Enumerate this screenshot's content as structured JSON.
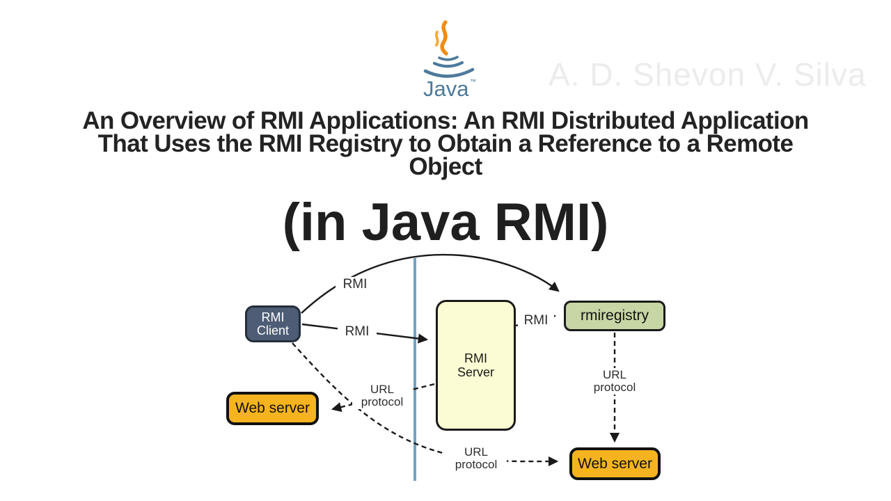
{
  "page": {
    "background": "#ffffff"
  },
  "watermark": {
    "text": "A. D. Shevon V. Silva",
    "color": "#ececec"
  },
  "logo": {
    "label": "Java",
    "trademark": "™",
    "flame_color": "#ee8d16",
    "flame_color_light": "#f5a93a",
    "cup_color": "#4d7a9c"
  },
  "title": {
    "lines": [
      "An Overview of RMI Applications: An RMI Distributed Application",
      "That Uses the RMI Registry to Obtain a Reference to a Remote",
      "Object"
    ],
    "color": "#232323"
  },
  "subtitle": {
    "text": "(in Java RMI)"
  },
  "diagram": {
    "divider_color": "#73a3c3",
    "arrow_color": "#1a1a1a",
    "boxes": {
      "rmi_client": {
        "lines": [
          "RMI",
          "Client"
        ],
        "fill": "#4e5d75",
        "border": "#242e3b",
        "text_color": "#ffffff"
      },
      "rmi_server": {
        "lines": [
          "RMI",
          "Server"
        ],
        "fill": "#fcfcd4",
        "border": "#1a1a1a",
        "text_color": "#1a1a1a"
      },
      "rmiregistry": {
        "label": "rmiregistry",
        "fill": "#c8d5a5",
        "border": "#1a1a1a",
        "text_color": "#111111"
      },
      "web_server_left": {
        "label": "Web server",
        "fill": "#f5b41f",
        "border": "#111111",
        "text_color": "#111111"
      },
      "web_server_right": {
        "label": "Web server",
        "fill": "#f5b41f",
        "border": "#111111",
        "text_color": "#111111"
      }
    },
    "edge_labels": {
      "rmi_top": "RMI",
      "rmi_mid": "RMI",
      "rmi_right": "RMI",
      "url_left": {
        "line1": "URL",
        "line2": "protocol"
      },
      "url_registry": {
        "line1": "URL",
        "line2": "protocol"
      },
      "url_bottom": {
        "line1": "URL",
        "line2": "protocol"
      }
    }
  }
}
